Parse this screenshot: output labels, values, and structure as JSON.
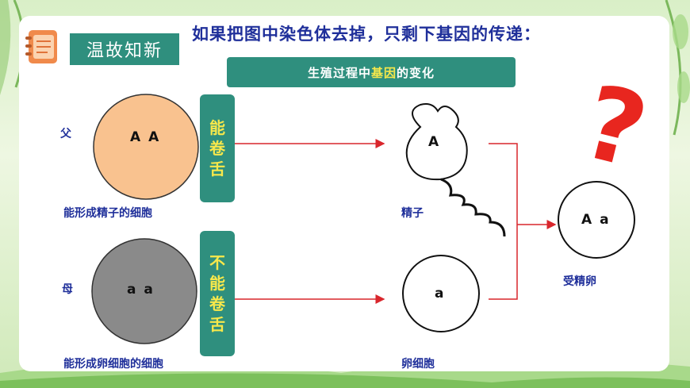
{
  "header": {
    "badge": "温故知新",
    "title": "如果把图中染色体去掉，只剩下基因的传递："
  },
  "subtitle": {
    "prefix": "生殖过程中",
    "highlight": "基因",
    "suffix": "的变化"
  },
  "father": {
    "label": "父",
    "genes": "A A",
    "caption": "能形成精子的细胞",
    "trait": [
      "能",
      "卷",
      "舌"
    ]
  },
  "mother": {
    "label": "母",
    "genes": "a a",
    "caption": "能形成卵细胞的细胞",
    "trait": [
      "不",
      "能",
      "卷",
      "舌"
    ]
  },
  "sperm": {
    "gene": "A",
    "caption": "精子"
  },
  "egg": {
    "gene": "a",
    "caption": "卵细胞"
  },
  "zygote": {
    "genes": "A a",
    "caption": "受精卵",
    "mark": "?"
  },
  "colors": {
    "accent": "#2f8f7e",
    "highlight": "#f7e84b",
    "title_text": "#1f2f9a",
    "arrow": "#d9262c",
    "father_cell": "#f9c28f",
    "mother_cell": "#8a8a8a"
  }
}
